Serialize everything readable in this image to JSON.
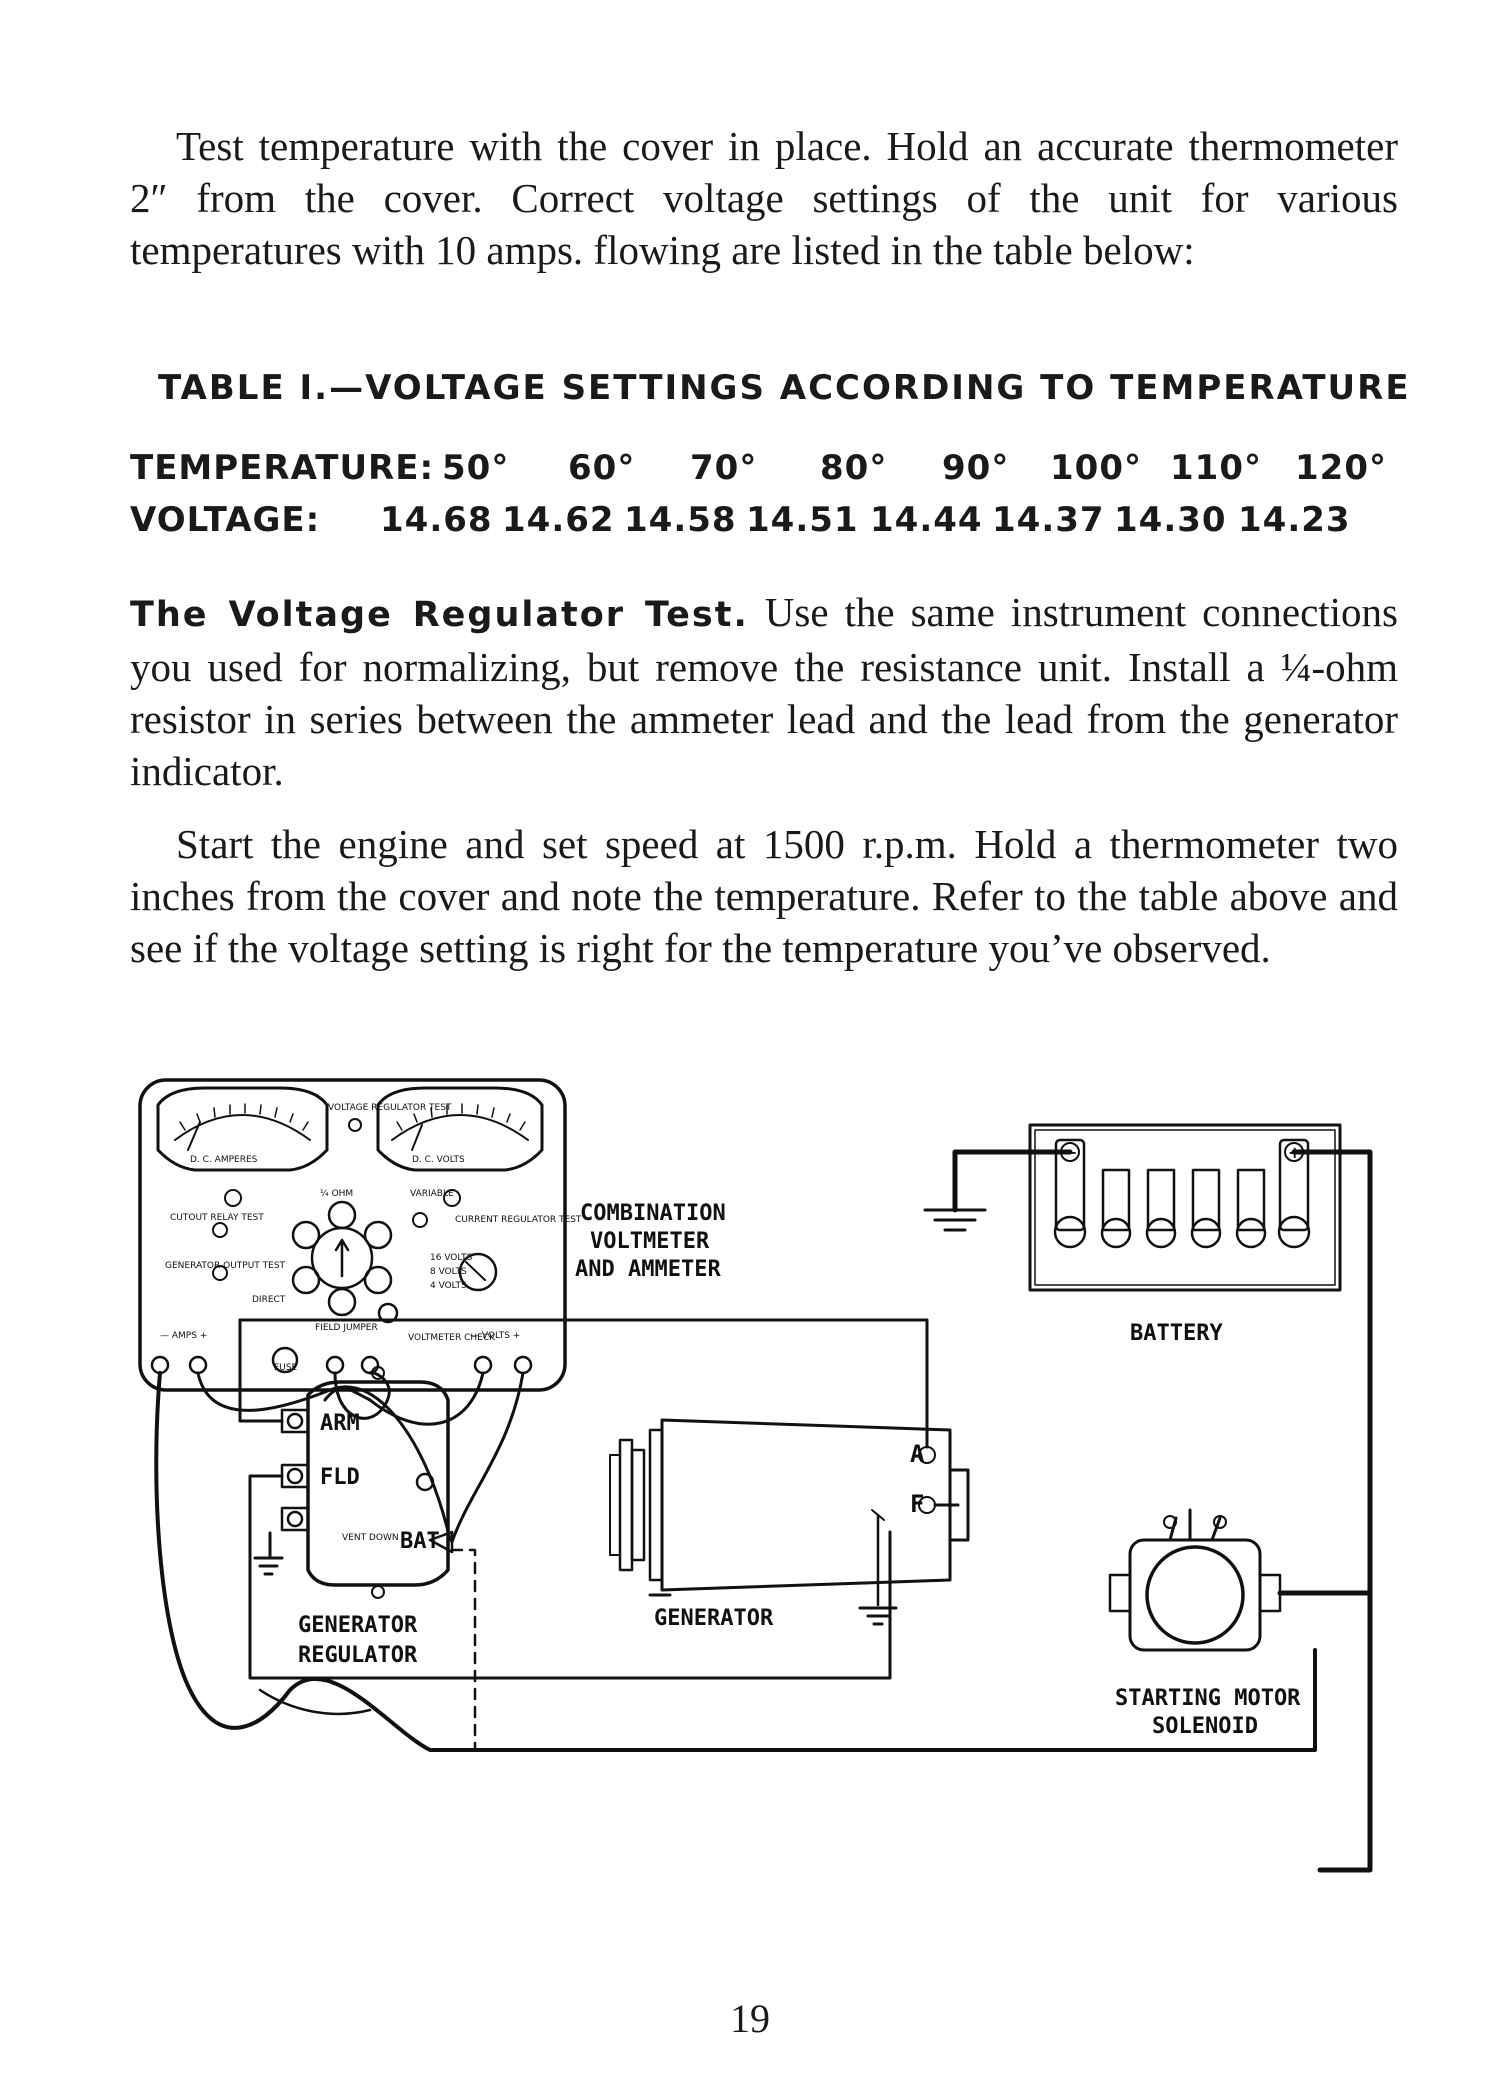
{
  "intro_text": "Test temperature with the cover in place. Hold an accurate thermometer 2″ from the cover. Correct voltage settings of the unit for various temperatures with 10 amps. flowing are listed in the table below:",
  "table": {
    "title": "TABLE I.—VOLTAGE SETTINGS ACCORDING TO TEMPERATURE",
    "temperature_label": "TEMPERATURE:",
    "temperatures": [
      "50°",
      "60°",
      "70°",
      "80°",
      "90°",
      "100°",
      "110°",
      "120°"
    ],
    "voltage_label": "VOLTAGE:",
    "voltages": [
      "14.68",
      "14.62",
      "14.58",
      "14.51",
      "14.44",
      "14.37",
      "14.30",
      "14.23"
    ]
  },
  "regulator_test": {
    "heading": "The Voltage Regulator Test.",
    "text": " Use the same instrument connections you used for normalizing, but remove the resistance unit. Install a ¼-ohm resistor in series between the ammeter lead and the lead from the generator indicator."
  },
  "start_text": "Start the engine and set speed at 1500 r.p.m. Hold a thermometer two inches from the cover and note the temperature. Refer to the table above and see if the voltage setting is right for the temperature you’ve observed.",
  "diagram": {
    "combination_label": [
      "COMBINATION",
      "VOLTMETER",
      "AND AMMETER"
    ],
    "battery_label": "BATTERY",
    "generator_label": "GENERATOR",
    "regulator_label": [
      "GENERATOR",
      "REGULATOR"
    ],
    "solenoid_label": [
      "STARTING MOTOR",
      "SOLENOID"
    ],
    "regulator_terminals": [
      "ARM",
      "FLD",
      "BAT"
    ],
    "generator_terminals": [
      "A",
      "F"
    ],
    "meter_left_label": "D. C. AMPERES",
    "meter_right_label": "D. C. VOLTS",
    "panel_labels": {
      "voltage_regulator_test": "VOLTAGE REGULATOR TEST",
      "cutout_relay_test": "CUTOUT RELAY TEST",
      "generator_output_test": "GENERATOR OUTPUT TEST",
      "current_regulator_test": "CURRENT REGULATOR TEST",
      "direct": "DIRECT",
      "field_jumper": "FIELD JUMPER",
      "voltmeter_check": "VOLTMETER CHECK",
      "fuse": "FUSE",
      "amps_terminal": "— AMPS +",
      "volts_terminal": "— VOLTS +",
      "volt_ranges": [
        "16 VOLTS",
        "8 VOLTS",
        "4 VOLTS"
      ],
      "quarter_ohm": "¼ OHM",
      "variable": "VARIABLE",
      "vent_down": "VENT DOWN"
    },
    "battery_polarity": [
      "−",
      "+"
    ]
  },
  "page_number": "19"
}
